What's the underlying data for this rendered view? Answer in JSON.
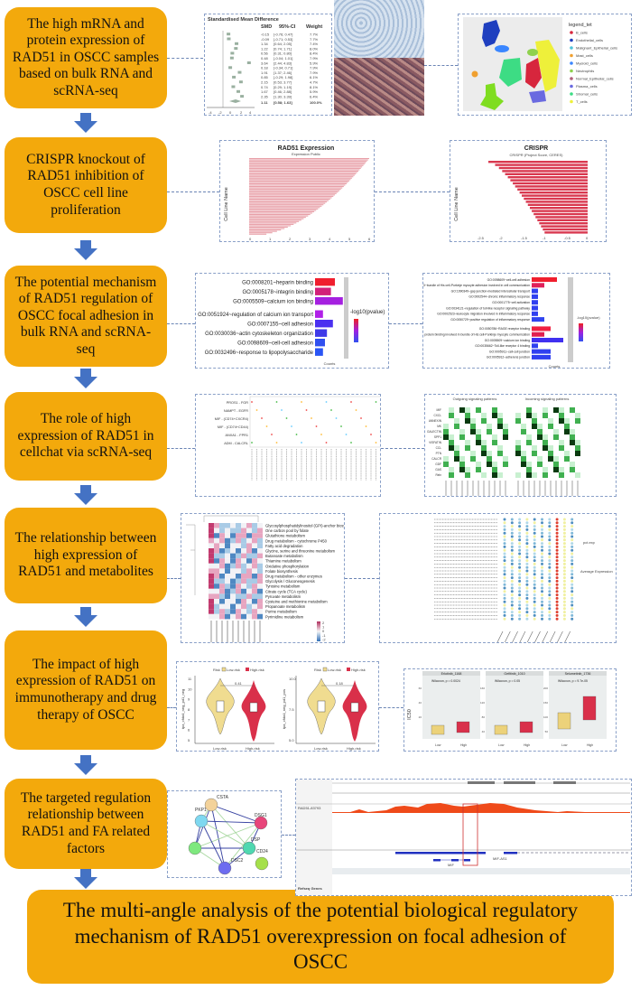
{
  "steps": [
    "The high mRNA and protein expression of RAD51 in OSCC samples based on bulk RNA and scRNA-seq",
    "CRISPR knockout of RAD51 inhibition of OSCC cell line proliferation",
    "The potential mechanism of RAD51 regulation of OSCC focal adhesion in bulk RNA and scRNA-seq",
    "The role of high expression of RAD51 in cellchat via scRNA-seq",
    "The relationship between high expression of RAD51 and metabolites",
    "The impact of high expression of RAD51 on immunotherapy and drug therapy of OSCC",
    "The targeted regulation relationship between RAD51 and FA related factors"
  ],
  "conclusion": "The multi-angle analysis of the potential biological regulatory mechanism of RAD51 overexpression on focal adhesion of OSCC",
  "colors": {
    "step_fill": "#f3a90c",
    "arrow": "#4472c4",
    "bar_pink": "#e8a0a8",
    "bar_red": "#d9384f"
  },
  "forest": {
    "title": "Standardised Mean Difference",
    "cols": [
      "SMD",
      "95%-CI",
      "Weight"
    ],
    "rows": [
      [
        "-0.15",
        "[-0.76; 0.47]",
        "7.7%"
      ],
      [
        "-0.09",
        "[-0.71; 0.53]",
        "7.7%"
      ],
      [
        "1.34",
        "[0.64; 2.05]",
        "7.4%"
      ],
      [
        "1.22",
        "[0.74; 1.71]",
        "8.0%"
      ],
      [
        "0.56",
        "[0.31; 0.80]",
        "8.4%"
      ],
      [
        "0.48",
        "[-0.04; 1.01]",
        "7.9%"
      ],
      [
        "3.64",
        "[2.44; 4.83]",
        "5.9%"
      ],
      [
        "0.18",
        "[-0.34; 0.71]",
        "7.9%"
      ],
      [
        "1.91",
        "[1.37; 2.46]",
        "7.9%"
      ],
      [
        "0.85",
        "[-0.29; 1.98]",
        "6.1%"
      ],
      [
        "2.15",
        "[0.53; 3.77]",
        "4.7%"
      ],
      [
        "0.74",
        "[0.29; 1.19]",
        "8.1%"
      ],
      [
        "1.67",
        "[0.46; 2.88]",
        "5.9%"
      ],
      [
        "2.35",
        "[1.30; 3.39]",
        "6.4%"
      ]
    ],
    "total": [
      "1.11",
      "[0.58; 1.63]",
      "100.0%"
    ],
    "axis": [
      "-4",
      "-2",
      "0",
      "2",
      "4"
    ]
  },
  "umap": {
    "legend_title": "legend_tet",
    "legend": [
      {
        "label": "B_cells",
        "color": "#d7263d"
      },
      {
        "label": "Endothelial_cells",
        "color": "#1f3fbf"
      },
      {
        "label": "Malignant_Epithelial_cells",
        "color": "#4fc3d9"
      },
      {
        "label": "Mast_cells",
        "color": "#f0a030"
      },
      {
        "label": "Myeloid_cells",
        "color": "#3a86ff"
      },
      {
        "label": "Neutrophils",
        "color": "#8fd14f"
      },
      {
        "label": "Normal_Epithelial_cells",
        "color": "#b0607a"
      },
      {
        "label": "Plasma_cells",
        "color": "#6a6ae0"
      },
      {
        "label": "Stromal_cells",
        "color": "#3ddc84"
      },
      {
        "label": "T_cells",
        "color": "#eef03a"
      }
    ]
  },
  "rad51_expr": {
    "title": "RAD51 Expression",
    "legend": "Expression Public",
    "ylabel": "Cell Line Name",
    "xticks": [
      "0",
      "1",
      "2",
      "3",
      "4",
      "5",
      "6"
    ]
  },
  "crispr": {
    "title": "CRISPR",
    "legend": "CRISPR (Project Score, CERES)",
    "ylabel": "Cell Line Name",
    "xticks": [
      "-2.5",
      "-2",
      "-1.5",
      "-1",
      "-0.5",
      "0"
    ]
  },
  "go_left": {
    "terms": [
      "GO:0008201~heparin binding",
      "GO:0005178~integrin binding",
      "GO:0005509~calcium ion binding",
      "GO:0051924~regulation of calcium ion transport",
      "GO:0007155~cell adhesion",
      "GO:0030036~actin cytoskeleton organization",
      "GO:0098609~cell-cell adhesion",
      "GO:0032496~response to lipopolysaccharide"
    ],
    "counts": [
      10,
      8,
      14,
      4,
      9,
      6,
      5,
      4
    ],
    "xlabel": "Counts",
    "legend": "-log10(pvalue)"
  },
  "go_right": {
    "terms": [
      "GO:0098609~cell-cell adhesion",
      "GO:0086073~bundle of His cell-Purkinje myocyte adhesion involved in cell communication",
      "GO:1990349~gap junction-mediated intercellular transport",
      "GO:0002544~chronic inflammatory response",
      "GO:0001775~cell activation",
      "GO:0034121~regulation of toll-like receptor signaling pathway",
      "GO:0002523~leukocyte migration involved in inflammatory response",
      "GO:0050729~positive regulation of inflammatory response",
      "GO:0050786~RAGE receptor binding",
      "GO:0086083~cell adhesive protein binding involved in bundle of His cell-Purkinje myocyte communication",
      "GO:0005509~calcium ion binding",
      "GO:0035662~Toll-like receptor 4 binding",
      "GO:0005911~cell-cell junction",
      "GO:0005912~adherens junction"
    ],
    "counts": [
      4,
      2,
      1,
      1,
      1,
      1,
      1,
      2,
      3,
      2,
      5,
      1,
      3,
      3
    ],
    "xlabel": "Counts",
    "legend": "-log10(pvalue)"
  },
  "cellchat_dot": {
    "pairs": [
      "PROS1 - FGR",
      "NAMPT - EGFR",
      "MIF - (CD74+CXCR4)",
      "MIF - (CD74+CD44)",
      "ANXA1 - FPR1",
      "ADM - CALCRL"
    ]
  },
  "cellchat_heat": {
    "titles": [
      "Outgoing signaling patterns",
      "Incoming signaling patterns"
    ],
    "rows": [
      "MIF",
      "CXCL",
      "ANNEXIN",
      "MK",
      "GALECTIN",
      "SPP1",
      "VISFATIN",
      "CCL",
      "PTN",
      "CALCR",
      "GDF",
      "GAS",
      "Reln"
    ]
  },
  "metab_heat": {
    "pathways": [
      "Glycosylphosphatidylinositol (GPI)-anchor biosynthesis",
      "One carbon pool by folate",
      "Glutathione metabolism",
      "Drug metabolism - cytochrome P450",
      "Fatty acid degradation",
      "Glycine, serine and threonine metabolism",
      "Butanoate metabolism",
      "Thiamine metabolism",
      "Oxidative phosphorylation",
      "Folate biosynthesis",
      "Drug metabolism - other enzymes",
      "Glycolysis / Gluconeogenesis",
      "Tyrosine metabolism",
      "Citrate cycle (TCA cycle)",
      "Pyruvate metabolism",
      "Cysteine and methionine metabolism",
      "Propanoate metabolism",
      "Purine metabolism",
      "Pyrimidine metabolism"
    ],
    "scale": [
      "2",
      "1",
      "0",
      "-1",
      "-2"
    ]
  },
  "metab_dot": {
    "legend_pct": "pct.exp",
    "legend_avg": "Average Expression"
  },
  "violins": [
    {
      "ylabel": "tpa_cfda4_neg_pd1_neg",
      "value": "0.41",
      "yticks": [
        "11",
        "10",
        "9",
        "8",
        "7",
        "6",
        "5"
      ]
    },
    {
      "ylabel": "tpa_cfda4_neg_pd1_pos",
      "value": "0.18",
      "yticks": [
        "10.0",
        "7.5",
        "5.0"
      ]
    }
  ],
  "violin_legend": {
    "title": "Risk",
    "low": "Low-risk",
    "high": "High-risk"
  },
  "violin_x": [
    "Low-risk",
    "High-risk"
  ],
  "drugs": {
    "ylabel": "IC50",
    "panels": [
      {
        "name": "Erlotinib_1168",
        "stat": "Wilcoxon, p = 0.0024",
        "yticks": [
          "60",
          "40",
          "20"
        ]
      },
      {
        "name": "Gefitinib_1010",
        "stat": "Wilcoxon, p = 0.05",
        "yticks": [
          "160",
          "120",
          "80",
          "40"
        ]
      },
      {
        "name": "Selumetinib_1736",
        "stat": "Wilcoxon, p = 9.7e-05",
        "yticks": [
          "200",
          "150",
          "100",
          "50"
        ]
      }
    ],
    "x": [
      "Low",
      "High"
    ]
  },
  "network": {
    "nodes": [
      "CSTA",
      "DSG1",
      "DSP",
      "DSC2",
      "PKP1",
      "CD24"
    ]
  },
  "igv": {
    "track": "RAD51-83793",
    "genes": [
      "MIF-AS1",
      "MIF"
    ],
    "refseq": "Refseq Genes"
  }
}
